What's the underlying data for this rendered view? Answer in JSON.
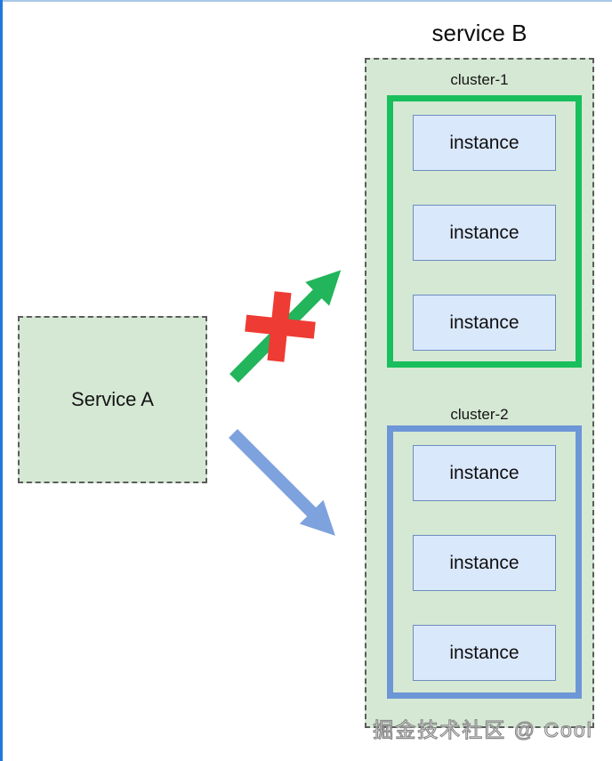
{
  "diagram": {
    "title": "service B",
    "service_a": {
      "label": "Service A"
    },
    "service_b": {
      "clusters": [
        {
          "label": "cluster-1",
          "border_color": "#19bf5c",
          "instances": [
            "instance",
            "instance",
            "instance"
          ]
        },
        {
          "label": "cluster-2",
          "border_color": "#6d96d7",
          "instances": [
            "instance",
            "instance",
            "instance"
          ]
        }
      ]
    },
    "arrows": [
      {
        "target": "cluster-1",
        "color": "#22b55c",
        "status": "blocked",
        "blocked_marker_color": "#ee3b33"
      },
      {
        "target": "cluster-2",
        "color": "#7da2dd",
        "status": "allowed"
      }
    ],
    "watermark": "掘金技术社区 @ Cool",
    "colors": {
      "container_fill": "#d5e8d4",
      "instance_fill": "#dae8fc",
      "instance_border": "#6c8ebf",
      "dashed_border": "#5c5c5c",
      "frame_left": "#1f78e0",
      "frame_top": "#a9c7e7"
    }
  }
}
